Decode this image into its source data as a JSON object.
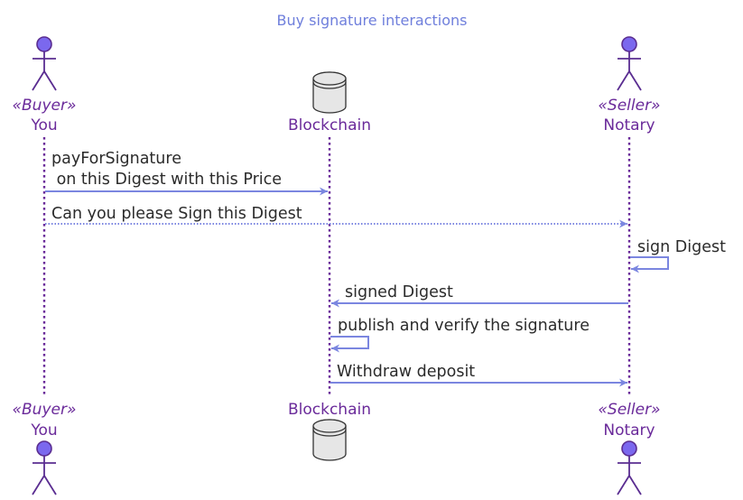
{
  "title": "Buy signature interactions",
  "colors": {
    "title": "#6f7fdc",
    "participant": "#6a2a9a",
    "lifeline": "#6a2a9a",
    "actor_fill": "#7b68ee",
    "actor_stroke": "#5a2d91",
    "database_fill": "#e6e6e6",
    "database_stroke": "#333333",
    "arrow": "#7b86e0",
    "message_text": "#2b2b2b"
  },
  "participants": [
    {
      "id": "you",
      "name": "You",
      "stereotype": "«Buyer»",
      "kind": "actor",
      "icon": "actor-icon"
    },
    {
      "id": "blockchain",
      "name": "Blockchain",
      "stereotype": "",
      "kind": "database",
      "icon": "database-icon"
    },
    {
      "id": "notary",
      "name": "Notary",
      "stereotype": "«Seller»",
      "kind": "actor",
      "icon": "actor-icon"
    }
  ],
  "messages": [
    {
      "from": "you",
      "to": "blockchain",
      "style": "solid",
      "lines": [
        "payForSignature",
        " on this Digest with this Price"
      ]
    },
    {
      "from": "you",
      "to": "notary",
      "style": "dotted",
      "lines": [
        "Can you please Sign this Digest"
      ]
    },
    {
      "from": "notary",
      "to": "notary",
      "style": "solid",
      "lines": [
        "sign Digest"
      ]
    },
    {
      "from": "notary",
      "to": "blockchain",
      "style": "solid",
      "lines": [
        "signed Digest"
      ]
    },
    {
      "from": "blockchain",
      "to": "blockchain",
      "style": "solid",
      "lines": [
        "publish and verify the signature"
      ]
    },
    {
      "from": "blockchain",
      "to": "notary",
      "style": "solid",
      "lines": [
        "Withdraw deposit"
      ]
    }
  ]
}
